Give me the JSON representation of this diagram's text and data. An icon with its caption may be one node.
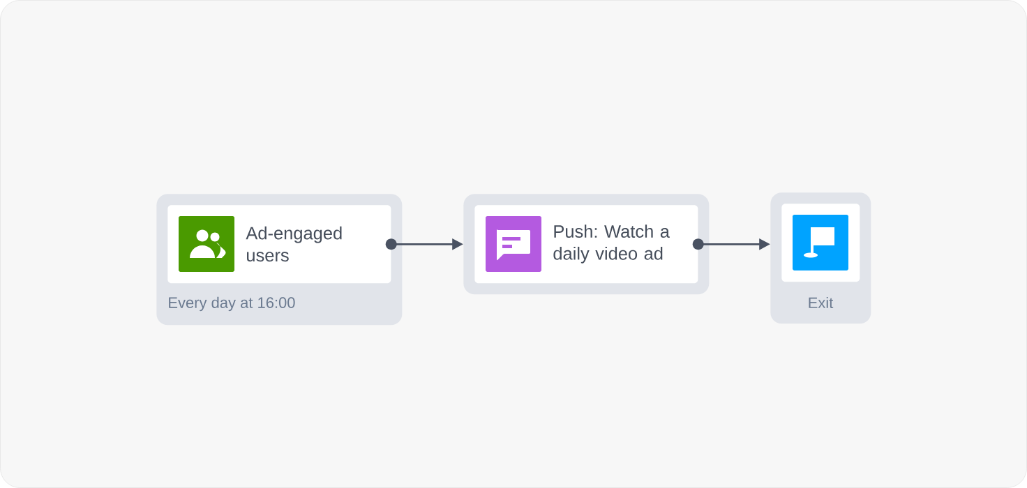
{
  "diagram": {
    "nodes": [
      {
        "text": [
          "Every day at 16:00"
        ]
      },
      {
        "text": [
          "Ad-engaged users"
        ],
        "in": 0
      },
      {
        "text": [],
        "shape": "box"
      },
      {
        "text": [
          "Push: Watch a daily video ad"
        ],
        "in": 2
      },
      {
        "text": [
          "Exit"
        ]
      },
      {
        "text": [],
        "shape": "box",
        "in": 4
      }
    ],
    "edges": [
      {
        "from": 1,
        "to": 2,
        "arrow": "to"
      },
      {
        "from": 3,
        "to": 4,
        "arrow": "to"
      }
    ]
  }
}
